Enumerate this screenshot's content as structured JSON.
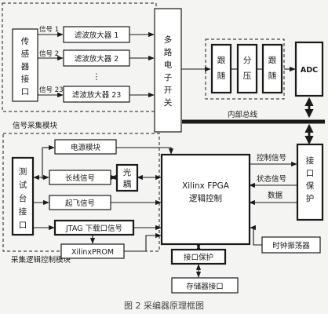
{
  "sensor_interface": [
    "传",
    "感",
    "器",
    "接",
    "口"
  ],
  "signal_labels": [
    "信号 1",
    "信号 2",
    "信号 23"
  ],
  "filter_amps": [
    "滤波放大器 1",
    "滤波放大器 2",
    "滤波放大器 23"
  ],
  "ellipsis": "⋮",
  "mux": [
    "多",
    "路",
    "电",
    "子",
    "开",
    "关"
  ],
  "follow_1": [
    "跟",
    "随"
  ],
  "divider": [
    "分",
    "压"
  ],
  "follow_2": [
    "跟",
    "随"
  ],
  "adc": "ADC",
  "internal_bus": "内部总线",
  "acq_module_label": "信号采集模块",
  "power_module": "电源模块",
  "test_interface": [
    "测",
    "试",
    "台",
    "接",
    "口"
  ],
  "long_line_signal": "长线信号",
  "optocoupler": [
    "光",
    "耦"
  ],
  "takeoff_signal": "起飞信号",
  "jtag_signal": "JTAG 下载口信号",
  "xilinx_prom": "XilinxPROM",
  "fpga_line1": "Xilinx FPGA",
  "fpga_line2": "逻辑控制",
  "control_signal": "控制信号",
  "status_signal": "状态信号",
  "data_label": "数据",
  "interface_protect_right": [
    "接",
    "口",
    "保",
    "护"
  ],
  "clock_oscillator": "时钟振荡器",
  "interface_protect_bottom": "接口保护",
  "storage_interface": "存储器接口",
  "logic_module_label": "采集逻辑控制模块",
  "caption": "图 2  采编器原理框图"
}
